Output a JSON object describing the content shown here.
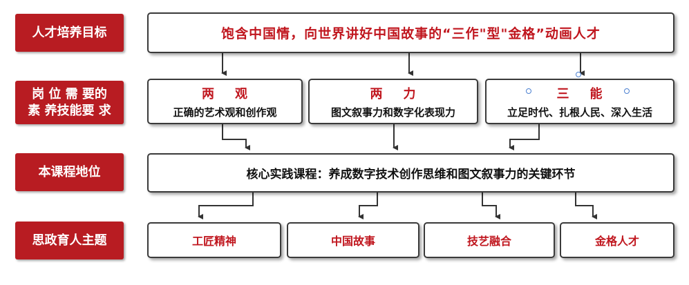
{
  "labels": {
    "goal": "人才培养目标",
    "ability": "岗 位 需 要的\n素 养技能要 求",
    "position": "本课程地位",
    "theme": "思政育人主题"
  },
  "goal_text": "饱含中国情，向世界讲好中国故事的“三作\"型\"金格”动画人才",
  "abilities": [
    {
      "title": "两    观",
      "desc": "正确的艺术观和创作观"
    },
    {
      "title": "两    力",
      "desc": "图文叙事力和数字化表现力"
    },
    {
      "title": "三    能",
      "desc": "立足时代、扎根人民、深入生活"
    }
  ],
  "position_text": "核心实践课程：养成数字技术创作思维和图文叙事力的关键环节",
  "themes": [
    "工匠精神",
    "中国故事",
    "技艺融合",
    "金格人才"
  ],
  "colors": {
    "accent": "#b81c22",
    "text_red": "#c0161e"
  }
}
